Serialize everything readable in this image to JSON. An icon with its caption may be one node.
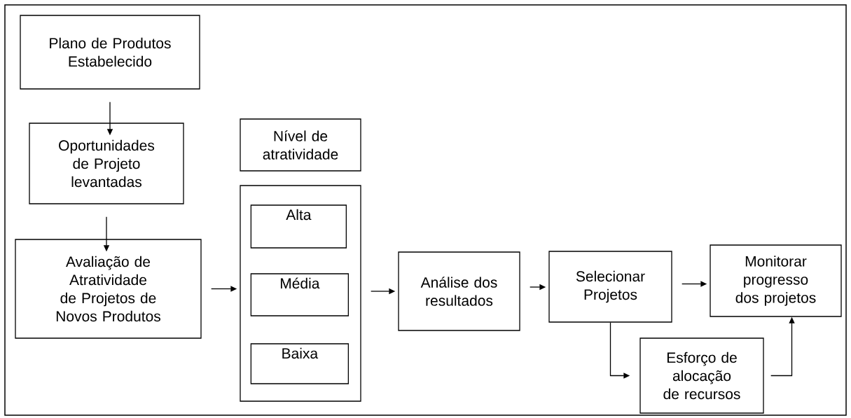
{
  "diagram": {
    "nodes": [
      {
        "text": [
          "Plano de Produtos Estabelecido"
        ]
      },
      {
        "text": [
          "Oportunidades de Projeto levantadas"
        ]
      },
      {
        "text": [
          "Avaliação de Atratividade de Projetos de Novos Produtos"
        ]
      },
      {
        "text": [
          "Nível de atratividade"
        ]
      },
      {
        "text": [],
        "shape": "box"
      },
      {
        "text": [
          "Alta"
        ],
        "in": 4
      },
      {
        "text": [
          "Média"
        ],
        "in": 4
      },
      {
        "text": [
          "Baixa"
        ],
        "in": 4
      },
      {
        "text": [
          "Análise dos resultados"
        ]
      },
      {
        "text": [
          "Selecionar Projetos"
        ]
      },
      {
        "text": [
          "Monitorar progresso dos projetos"
        ]
      },
      {
        "text": [
          "Esforço de alocação de recursos"
        ]
      }
    ],
    "edges": [
      {
        "from": 0,
        "to": 1,
        "arrow": "to"
      },
      {
        "from": 1,
        "to": 2,
        "arrow": "to"
      },
      {
        "from": 2,
        "to": 4,
        "arrow": "to"
      },
      {
        "from": 4,
        "to": 8,
        "arrow": "to"
      },
      {
        "from": 8,
        "to": 9,
        "arrow": "to"
      },
      {
        "from": 9,
        "to": 10,
        "arrow": "to"
      },
      {
        "from": 9,
        "to": 11,
        "arrow": "to"
      },
      {
        "from": 11,
        "to": 10,
        "arrow": "to"
      }
    ]
  }
}
